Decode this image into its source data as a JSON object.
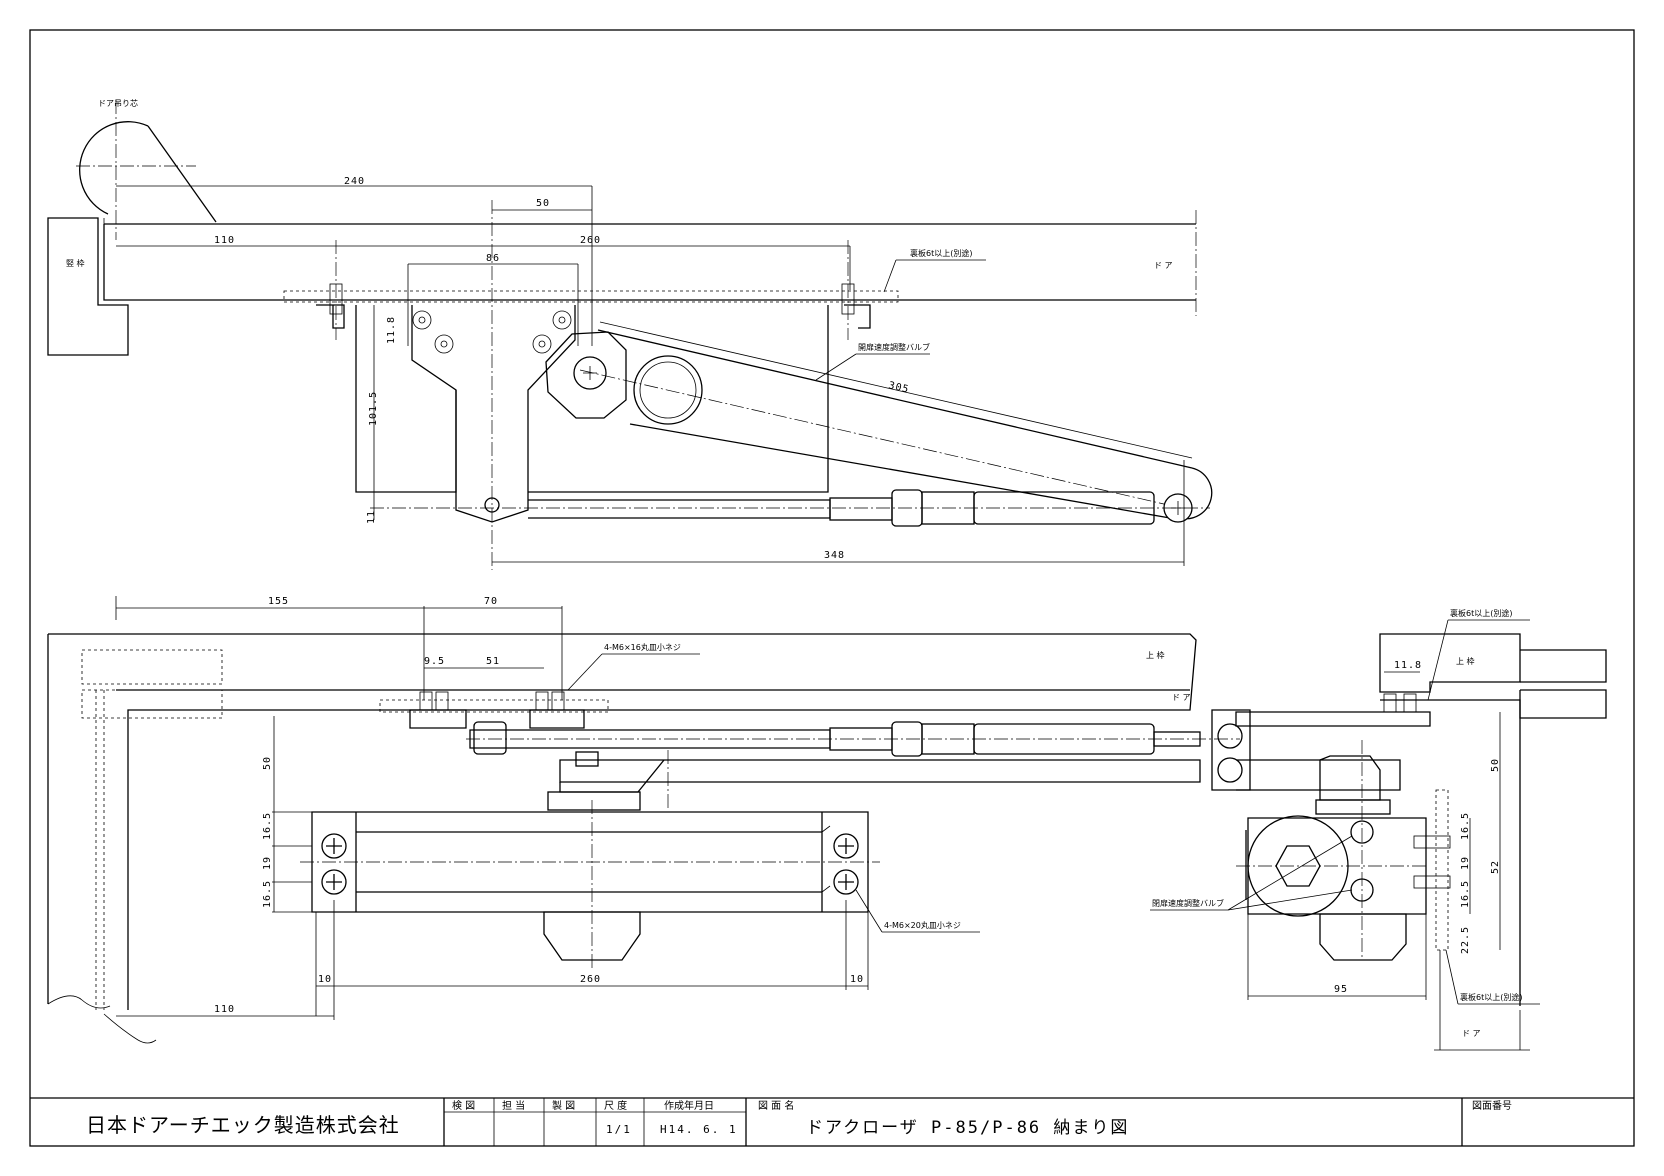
{
  "labels": {
    "door_pivot": "ドア吊り芯",
    "frame": "竪 枠",
    "door_top": "ド ア",
    "back_plate_top": "裏板6t以上(別途)",
    "speed_valve_top": "開扉速度調整バルブ",
    "top_frame_left": "上 枠",
    "door_mid": "ド ア",
    "screws_top": "4-M6×16丸皿小ネジ",
    "back_plate_right": "裏板6t以上(別途)",
    "top_frame_right": "上 枠",
    "speed_valve_right": "閉扉速度調整バルブ",
    "screws_body": "4-M6×20丸皿小ネジ",
    "back_plate_bottom": "裏板6t以上(別途)",
    "door_bottom": "ド ア"
  },
  "dimensions": {
    "d240": "240",
    "d50": "50",
    "d110a": "110",
    "d260a": "260",
    "d86": "86",
    "d11_8a": "11.8",
    "d101_5": "101.5",
    "d305": "305",
    "d11": "11",
    "d348": "348",
    "d155": "155",
    "d70": "70",
    "d9_5": "9.5",
    "d51": "51",
    "d50b": "50",
    "d16_5a": "16.5",
    "d19a": "19",
    "d16_5b": "16.5",
    "d10a": "10",
    "d260b": "260",
    "d10b": "10",
    "d110b": "110",
    "d11_8b": "11.8",
    "d50c": "50",
    "d16_5c": "16.5",
    "d19b": "19",
    "d16_5d": "16.5",
    "d52": "52",
    "d22_5": "22.5",
    "d95": "95"
  },
  "title_block": {
    "company": "日本ドアーチエック製造株式会社",
    "inspect": "検 図",
    "charge": "担 当",
    "drafter": "製 図",
    "scale_label": "尺 度",
    "scale_value": "1/1",
    "date_label": "作成年月日",
    "date_value": "H14. 6. 1",
    "drawing_name_label": "図 面 名",
    "drawing_name": "ドアクローザ  P-85/P-86  納まり図",
    "drawing_number_label": "図面番号",
    "drawing_number": ""
  }
}
